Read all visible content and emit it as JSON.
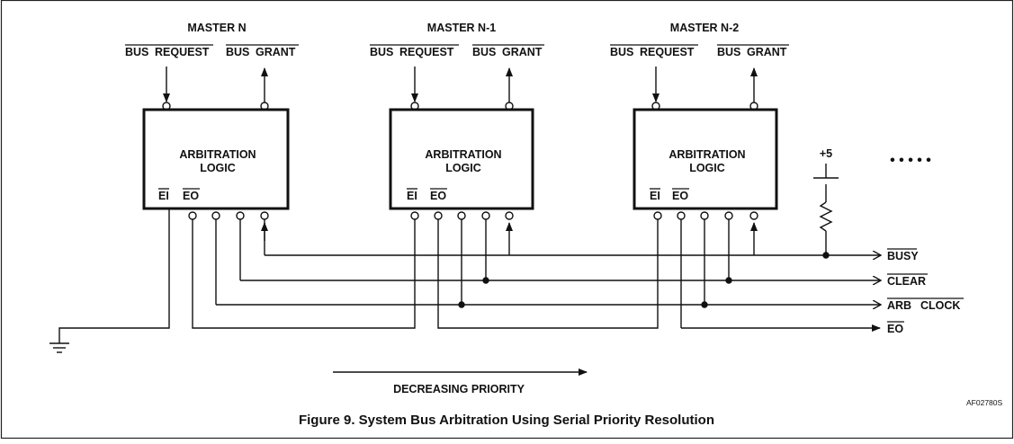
{
  "masters": [
    {
      "title": "MASTER N",
      "bus_request_a": "BUS",
      "bus_request_b": "REQUEST",
      "bus_grant_a": "BUS",
      "bus_grant_b": "GRANT",
      "logic_1": "ARBITRATION",
      "logic_2": "LOGIC",
      "ei": "EI",
      "eo": "EO"
    },
    {
      "title": "MASTER N-1",
      "bus_request_a": "BUS",
      "bus_request_b": "REQUEST",
      "bus_grant_a": "BUS",
      "bus_grant_b": "GRANT",
      "logic_1": "ARBITRATION",
      "logic_2": "LOGIC",
      "ei": "EI",
      "eo": "EO"
    },
    {
      "title": "MASTER N-2",
      "bus_request_a": "BUS",
      "bus_request_b": "REQUEST",
      "bus_grant_a": "BUS",
      "bus_grant_b": "GRANT",
      "logic_1": "ARBITRATION",
      "logic_2": "LOGIC",
      "ei": "EI",
      "eo": "EO"
    }
  ],
  "supply_label": "+5",
  "continuation": "• • • • •",
  "signals": {
    "busy": "BUSY",
    "clear": "CLEAR",
    "arb": "ARB",
    "clock": "CLOCK",
    "eo": "EO"
  },
  "priority_label": "DECREASING PRIORITY",
  "figure_code": "AF02780S",
  "caption": "Figure 9. System Bus Arbitration Using Serial Priority Resolution"
}
